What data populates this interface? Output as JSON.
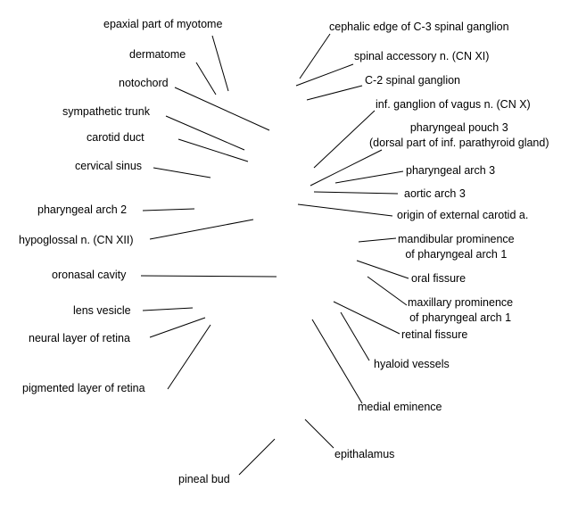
{
  "labels": {
    "epaxial_part_of_myotome": "epaxial part of myotome",
    "dermatome": "dermatome",
    "notochord": "notochord",
    "sympathetic_trunk": "sympathetic trunk",
    "carotid_duct": "carotid duct",
    "cervical_sinus": "cervical sinus",
    "pharyngeal_arch_2": "pharyngeal arch 2",
    "hypoglossal_n": "hypoglossal n. (CN XII)",
    "oronasal_cavity": "oronasal cavity",
    "lens_vesicle": "lens vesicle",
    "neural_layer_of_retina": "neural layer of retina",
    "pigmented_layer_of_retina": "pigmented layer of retina",
    "pineal_bud": "pineal bud",
    "cephalic_edge_c3": "cephalic edge of C-3 spinal ganglion",
    "spinal_accessory_n": "spinal accessory n. (CN XI)",
    "c2_spinal_ganglion": "C-2 spinal ganglion",
    "inf_ganglion_vagus": "inf. ganglion of vagus n. (CN X)",
    "pharyngeal_pouch_3_line1": "pharyngeal pouch 3",
    "pharyngeal_pouch_3_line2": "(dorsal part of inf. parathyroid gland)",
    "pharyngeal_arch_3": "pharyngeal arch 3",
    "aortic_arch_3": "aortic arch 3",
    "origin_external_carotid": "origin of external carotid a.",
    "mandibular_prominence_line1": "mandibular prominence",
    "mandibular_prominence_line2": "of pharyngeal arch 1",
    "oral_fissure": "oral fissure",
    "maxillary_prominence_line1": "maxillary prominence",
    "maxillary_prominence_line2": "of pharyngeal arch 1",
    "retinal_fissure": "retinal fissure",
    "hyaloid_vessels": "hyaloid vessels",
    "medial_eminence": "medial eminence",
    "epithalamus": "epithalamus"
  }
}
